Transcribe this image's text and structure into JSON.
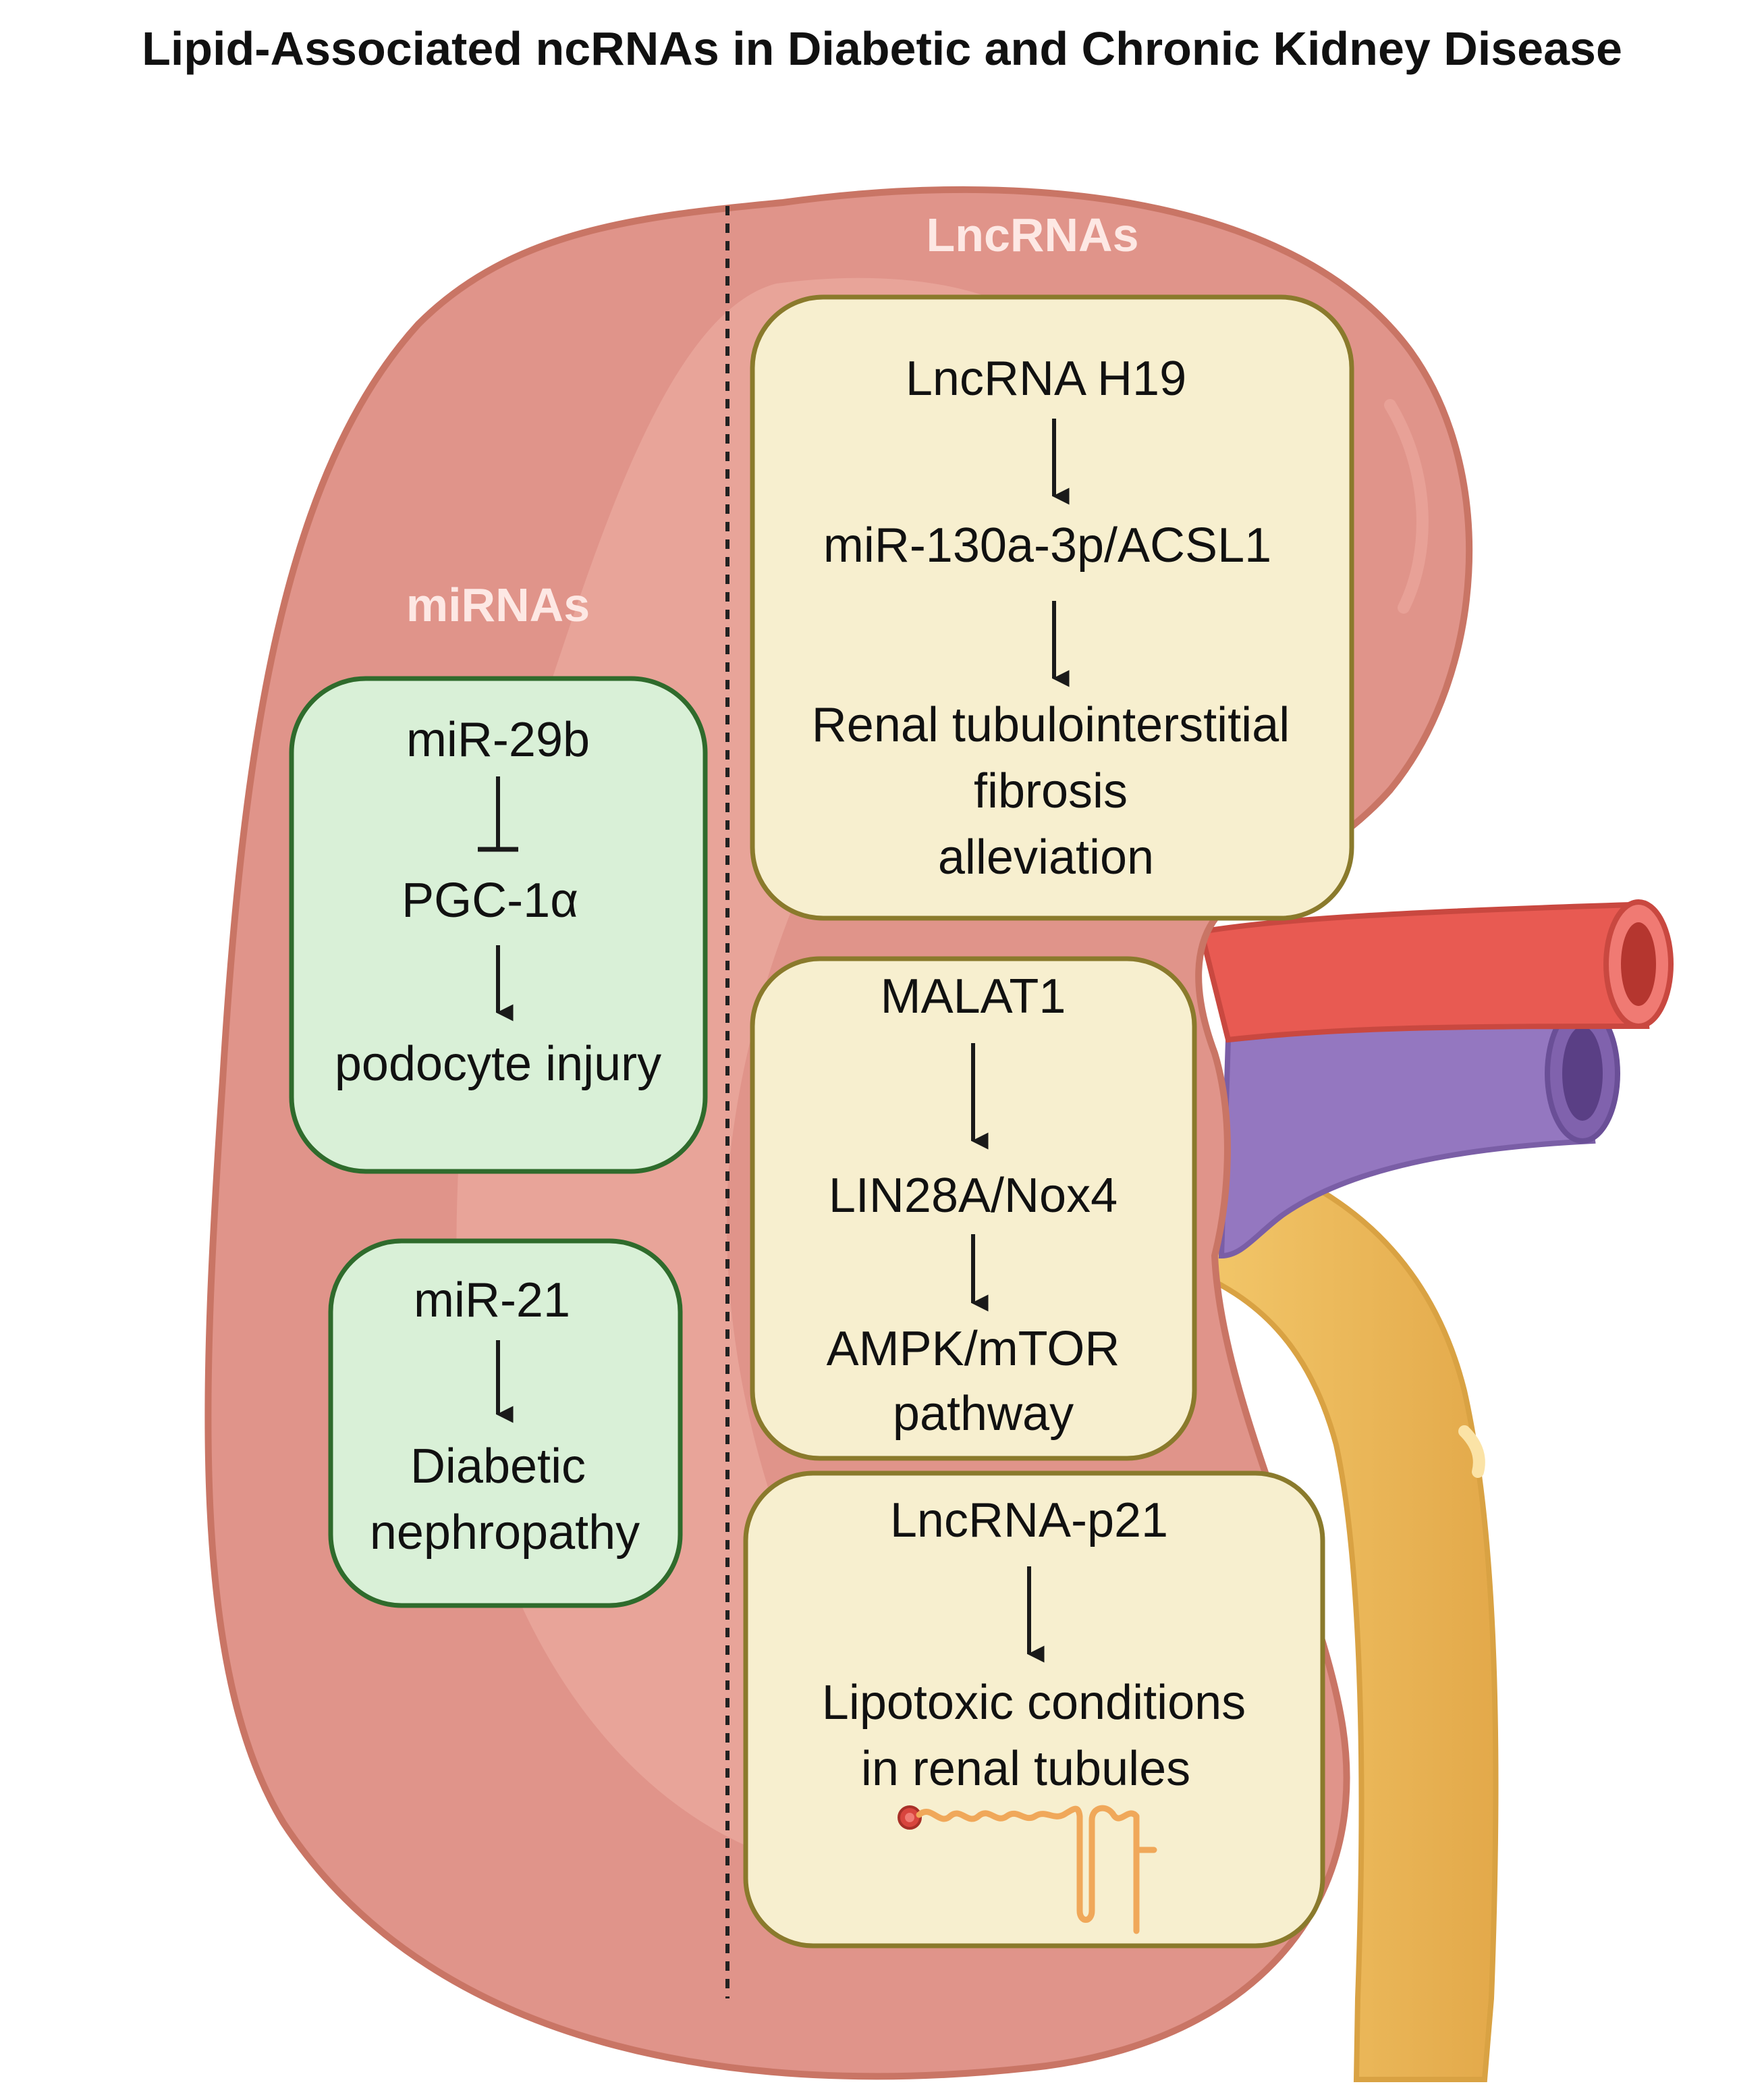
{
  "title": "Lipid-Associated ncRNAs in Diabetic and Chronic Kidney Disease",
  "sections": {
    "mirnas_label": "miRNAs",
    "lncrnas_label": "LncRNAs"
  },
  "mirna_boxes": [
    {
      "nodes": [
        "miR-29b",
        "PGC-1α",
        "podocyte injury"
      ],
      "links": [
        "inhibits",
        "activates"
      ]
    },
    {
      "nodes": [
        "miR-21",
        "Diabetic",
        "nephropathy"
      ],
      "links": [
        "activates"
      ]
    }
  ],
  "lncrna_boxes": [
    {
      "nodes": [
        "LncRNA H19",
        "miR-130a-3p/ACSL1",
        "Renal tubulointerstitial",
        "fibrosis",
        "alleviation"
      ]
    },
    {
      "nodes": [
        "MALAT1",
        "LIN28A/Nox4",
        "AMPK/mTOR",
        "pathway"
      ]
    },
    {
      "nodes": [
        "LncRNA-p21",
        "Lipotoxic conditions",
        "in renal tubules"
      ]
    }
  ],
  "colors": {
    "kidney_fill": "#e0948a",
    "kidney_highlight": "#eeb0a6",
    "kidney_outline": "#c97565",
    "mirna_box_fill": "#d9f0d7",
    "mirna_box_border": "#2f6b2c",
    "lncrna_box_fill": "#f7efcf",
    "lncrna_box_border": "#8a7a2c",
    "artery": "#e85a52",
    "vein": "#9477c0",
    "ureter": "#f0c060",
    "section_label": "#fde8e4"
  },
  "icons": [
    "arrow-down-icon",
    "inhibition-bar-icon",
    "nephron-icon"
  ]
}
